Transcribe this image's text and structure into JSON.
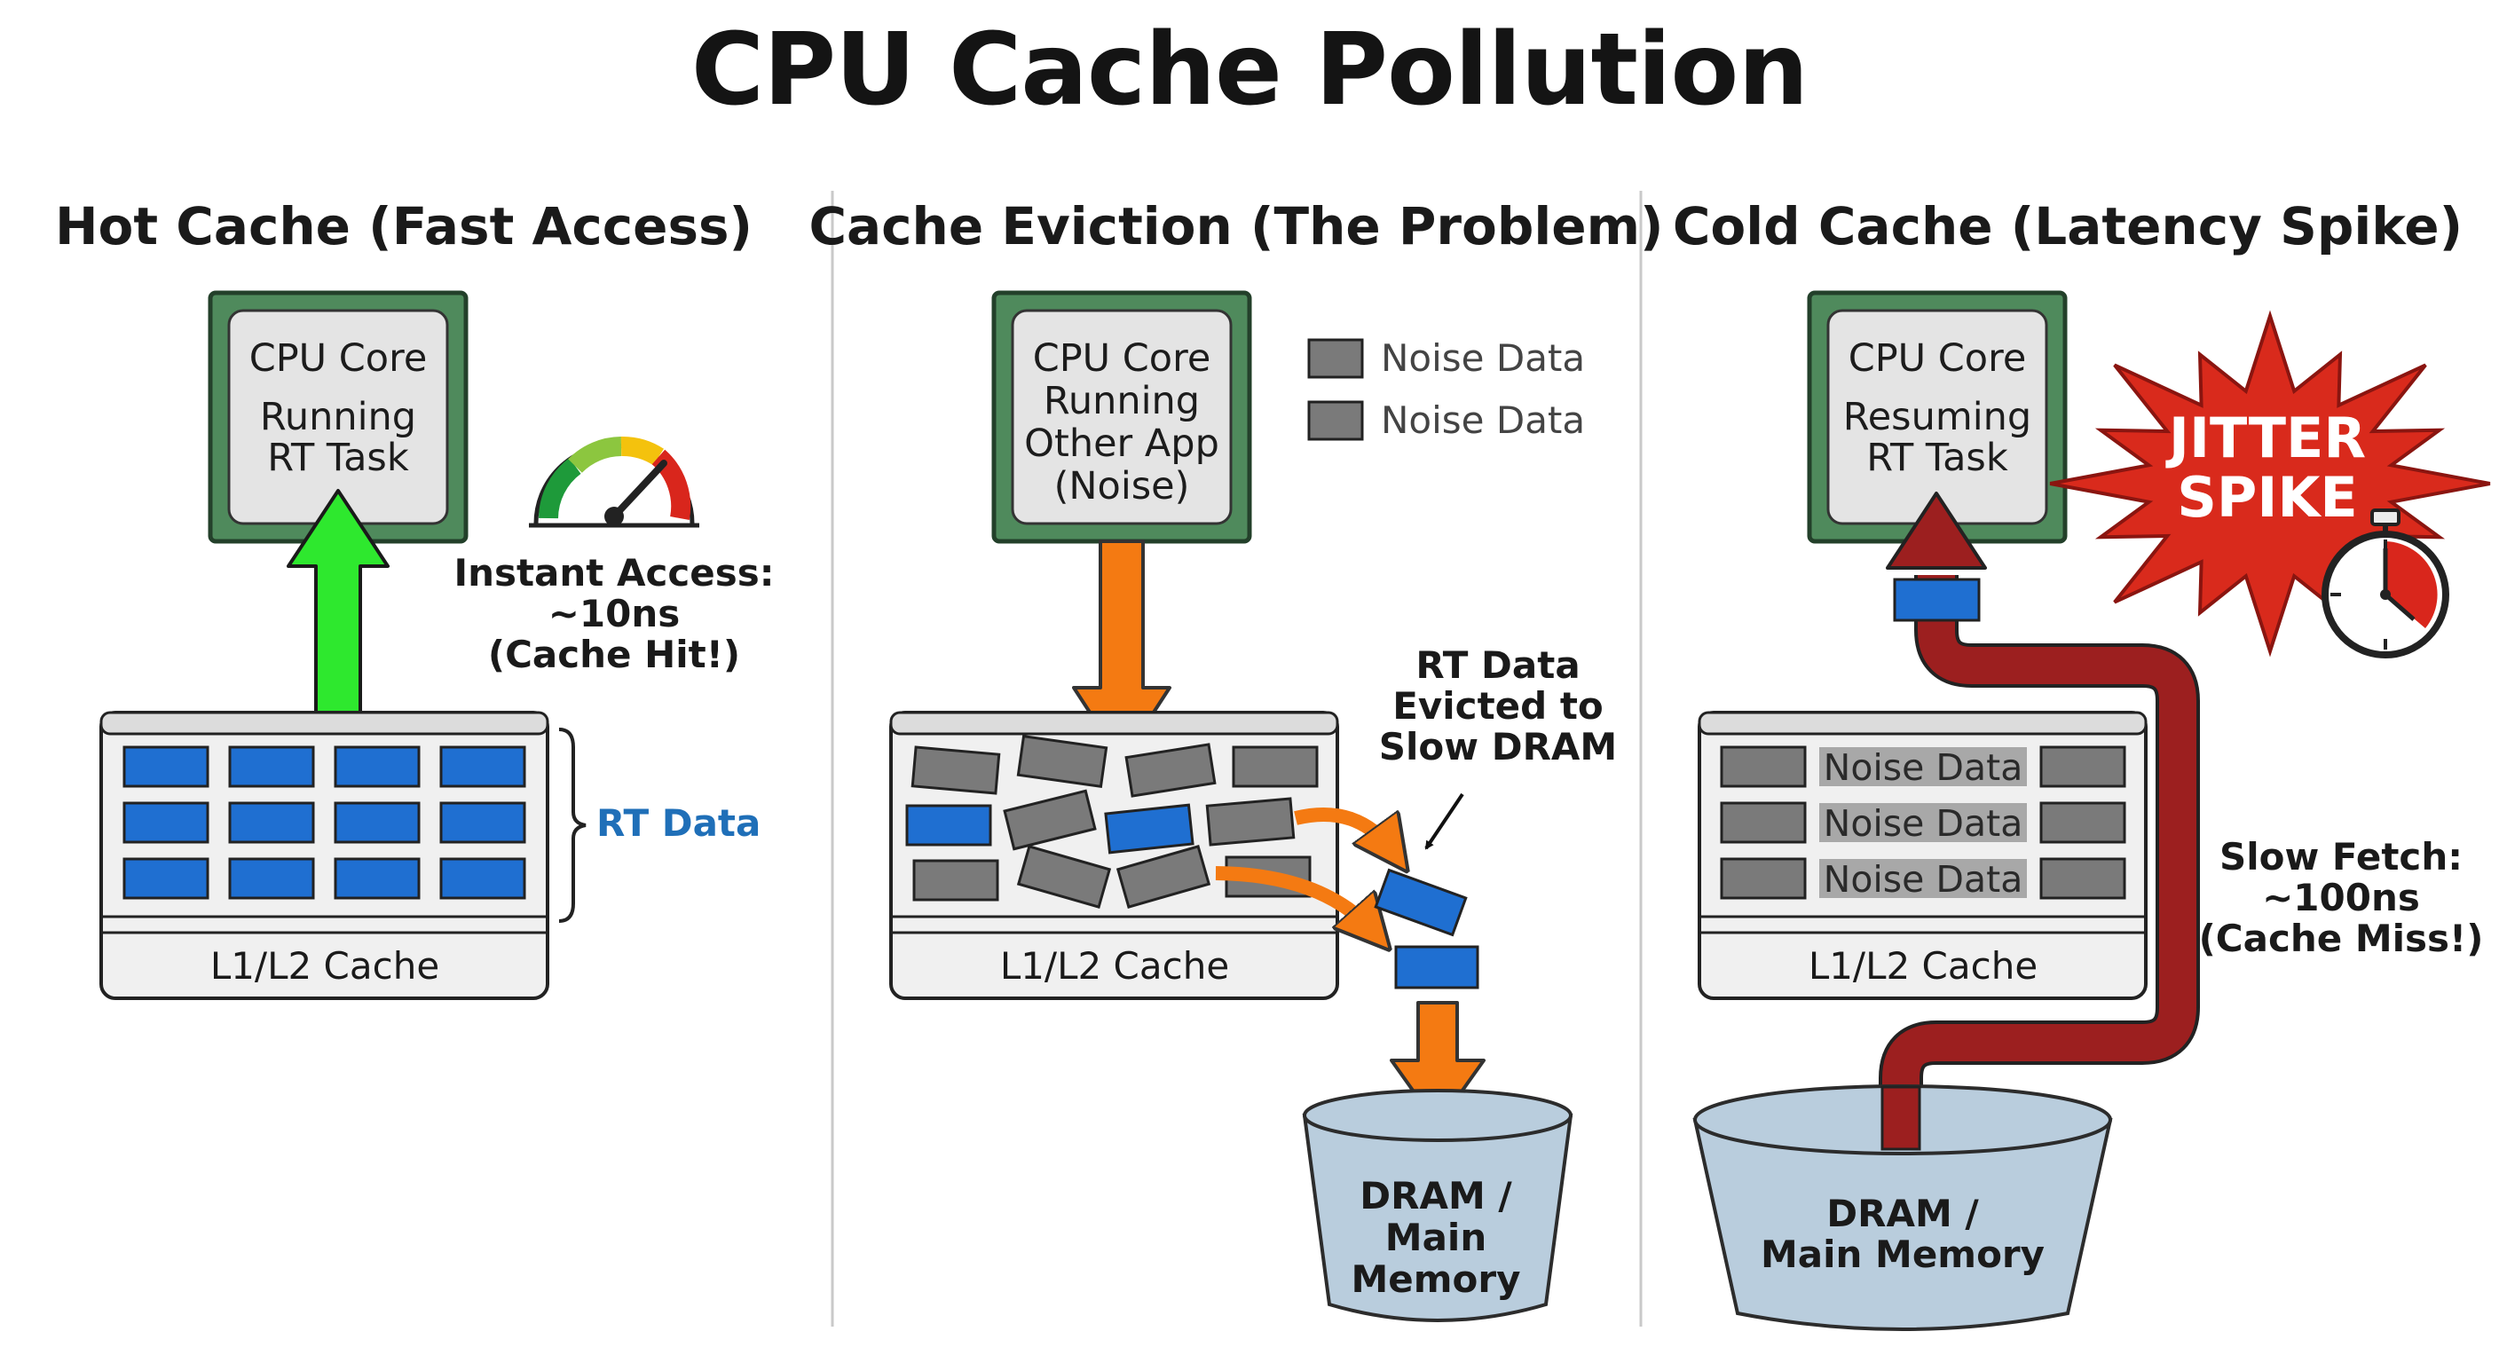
{
  "title": "CPU Cache Pollution",
  "panels": {
    "hot": {
      "heading": "Hot Cache (Fast Access)",
      "core_lines": [
        "CPU Core",
        "Running",
        "RT Task"
      ],
      "access_lines": [
        "Instant Access:",
        "~10ns",
        "(Cache Hit!)"
      ],
      "bracket_label": "RT Data",
      "cache_label": "L1/L2 Cache"
    },
    "eviction": {
      "heading": "Cache Eviction (The Problem)",
      "core_lines": [
        "CPU Core",
        "Running",
        "Other App",
        "(Noise)"
      ],
      "legend": [
        "Noise Data",
        "Noise Data"
      ],
      "evicted_lines": [
        "RT Data",
        "Evicted to",
        "Slow DRAM"
      ],
      "cache_label": "L1/L2 Cache",
      "dram_lines": [
        "DRAM /",
        "Main",
        "Memory"
      ]
    },
    "cold": {
      "heading": "Cold Cache (Latency Spike)",
      "core_lines": [
        "CPU Core",
        "Resuming",
        "RT Task"
      ],
      "spike_lines": [
        "JITTER",
        "SPIKE"
      ],
      "noise_rows": [
        "Noise Data",
        "Noise Data",
        "Noise Data"
      ],
      "cache_label": "L1/L2 Cache",
      "fetch_lines": [
        "Slow Fetch:",
        "~100ns",
        "(Cache Miss!)"
      ],
      "dram_lines": [
        "DRAM /",
        "Main Memory"
      ]
    }
  },
  "colors": {
    "rt_data": "#1f6fd1",
    "noise_data": "#7a7a7a",
    "hit_arrow": "#2ee82e",
    "noise_arrow": "#f47a12",
    "miss_pipe": "#9c1f1f",
    "spike": "#d92a1c",
    "core_frame": "#4f8a5c",
    "dram_fill": "#b9cddd",
    "rt_label": "#1f6fb8"
  }
}
